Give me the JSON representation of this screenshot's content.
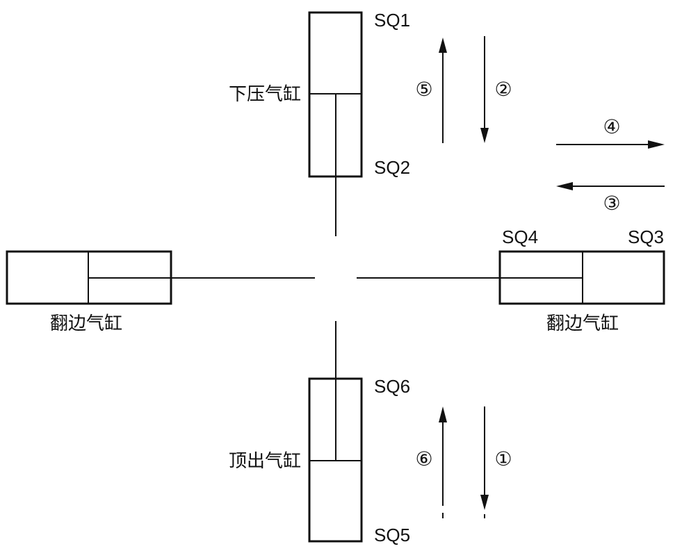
{
  "cylinders": {
    "top": {
      "name": "下压气缸",
      "sensor_top": "SQ1",
      "sensor_bottom": "SQ2"
    },
    "bottom": {
      "name": "顶出气缸",
      "sensor_top": "SQ6",
      "sensor_bottom": "SQ5"
    },
    "left": {
      "name": "翻边气缸"
    },
    "right": {
      "name": "翻边气缸",
      "sensor_left": "SQ4",
      "sensor_right": "SQ3"
    }
  },
  "steps": {
    "s1": "①",
    "s2": "②",
    "s3": "③",
    "s4": "④",
    "s5": "⑤",
    "s6": "⑥"
  }
}
